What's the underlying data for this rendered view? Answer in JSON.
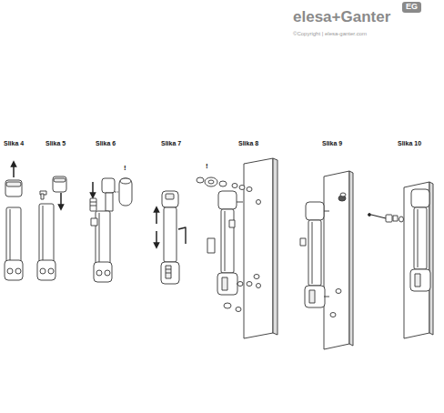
{
  "diagram": {
    "labels": [
      "elesa+Ganter",
      "EG",
      "©Copyright | elesa-ganter.com",
      "Slika 4",
      "Slika 5",
      "Slika 6",
      "Slika 7",
      "Slika 8",
      "Slika 9",
      "Slika 10",
      "!",
      "!"
    ]
  }
}
